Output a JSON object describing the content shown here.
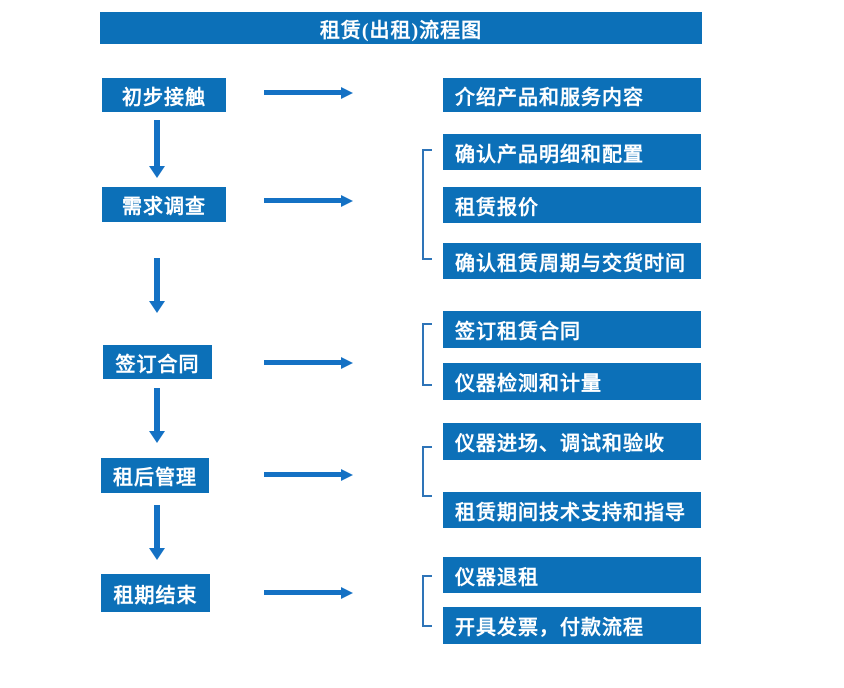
{
  "title": "租赁(出租)流程图",
  "colors": {
    "box_blue": "#0C70B8",
    "arrow_blue": "#1471C4",
    "bracket_blue": "#2E74B8",
    "text": "#FFFFFF",
    "background": "#FFFFFF"
  },
  "groups": [
    {
      "step": "初步接触",
      "details": [
        "介绍产品和服务内容"
      ]
    },
    {
      "step": "需求调查",
      "details": [
        "确认产品明细和配置",
        "租赁报价",
        "确认租赁周期与交货时间"
      ]
    },
    {
      "step": "签订合同",
      "details": [
        "签订租赁合同",
        "仪器检测和计量"
      ]
    },
    {
      "step": "租后管理",
      "details": [
        "仪器进场、调试和验收",
        "租赁期间技术支持和指导"
      ]
    },
    {
      "step": "租期结束",
      "details": [
        "仪器退租",
        "开具发票，付款流程"
      ]
    }
  ]
}
